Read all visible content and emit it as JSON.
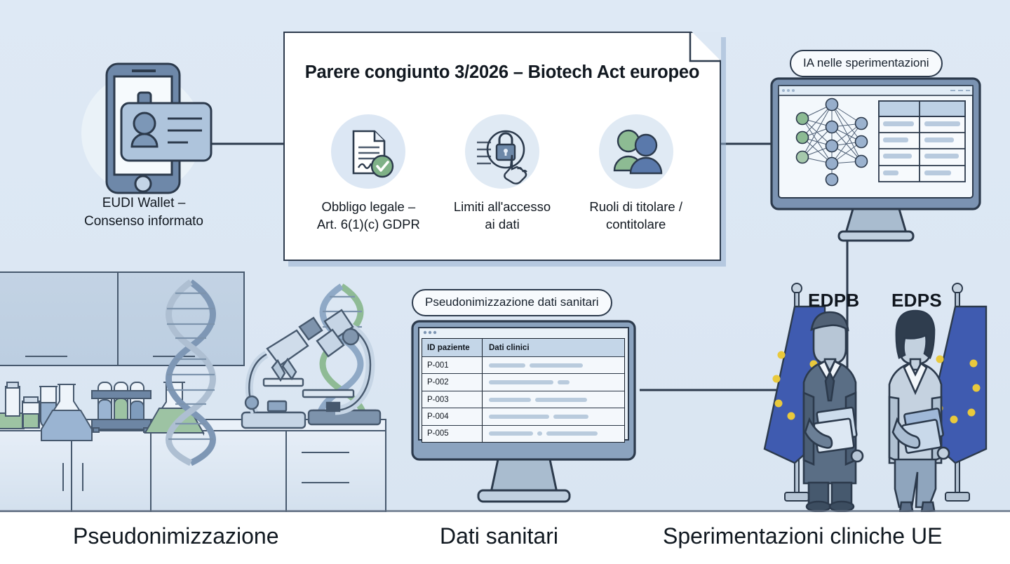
{
  "document_card": {
    "title": "Parere congiunto 3/2026 – Biotech Act europeo",
    "pillars": [
      {
        "icon": "signed-document-check-icon",
        "label_line1": "Obbligo legale –",
        "label_line2": "Art. 6(1)(c) GDPR"
      },
      {
        "icon": "lock-access-hand-icon",
        "label_line1": "Limiti all'accesso",
        "label_line2": "ai dati"
      },
      {
        "icon": "two-people-roles-icon",
        "label_line1": "Ruoli di titolare /",
        "label_line2": "contitolare"
      }
    ]
  },
  "wallet": {
    "icon": "smartphone-id-badge-icon",
    "caption_line1": "EUDI Wallet –",
    "caption_line2": "Consenso informato"
  },
  "ai_monitor": {
    "pill_label": "IA nelle sperimentazioni",
    "icon": "neural-network-icon",
    "table_icon": "results-table-icon"
  },
  "health_data": {
    "pill_label": "Pseudonimizzazione dati sanitari",
    "table": {
      "headers": [
        "ID paziente",
        "Dati clinici"
      ],
      "rows": [
        {
          "id": "P-001",
          "bars": [
            52,
            76
          ]
        },
        {
          "id": "P-002",
          "bars": [
            92,
            17
          ]
        },
        {
          "id": "P-003",
          "bars": [
            60,
            74
          ]
        },
        {
          "id": "P-004",
          "bars": [
            86,
            50
          ]
        },
        {
          "id": "P-005",
          "bars": [
            63,
            7,
            73
          ]
        }
      ]
    }
  },
  "authorities": {
    "left_label": "EDPB",
    "right_label": "EDPS",
    "left_figure": "official-man-with-folder-icon",
    "right_figure": "official-woman-with-folder-icon",
    "flag": "eu-flag-icon"
  },
  "lab": {
    "items": [
      "wall-cabinet",
      "reagent-bottles",
      "test-tube",
      "erlenmeyer-flask-blue",
      "test-tube-rack",
      "erlenmeyer-flask-green",
      "dna-helix-blue",
      "microscope",
      "dna-helix-green",
      "microscope-second",
      "bench-drawers"
    ]
  },
  "bottom_labels": [
    "Pseudonimizzazione",
    "Dati sanitari",
    "Sperimentazioni cliniche UE"
  ],
  "colors": {
    "background": "#dde8f4",
    "ink": "#2c3a4c",
    "blue_fill": "#8fa9c6",
    "blue_dark": "#4a6388",
    "green_accent": "#8cbb92",
    "flag_blue": "#3f5bb0",
    "star_yellow": "#e9c93c",
    "panel_light": "#cddcea"
  }
}
